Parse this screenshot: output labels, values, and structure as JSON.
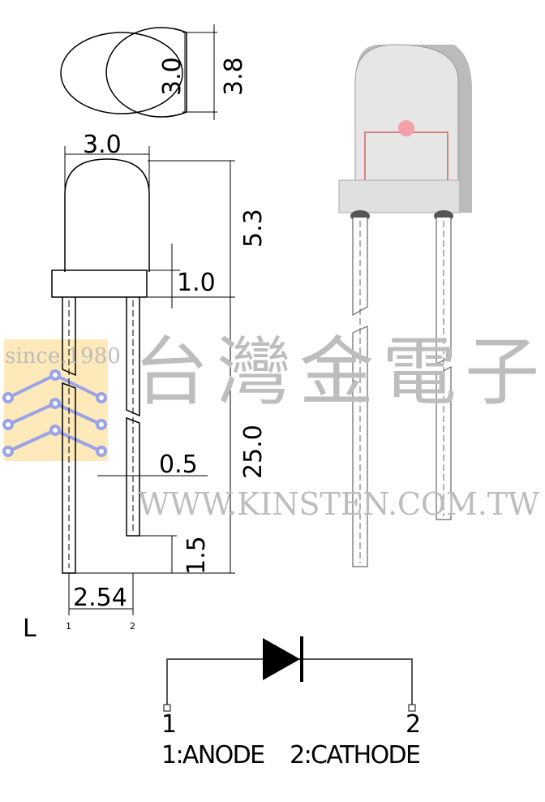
{
  "dimensions": {
    "top_inner_diameter": "3.0",
    "top_outer_diameter": "3.8",
    "body_width": "3.0",
    "body_height": "5.3",
    "flange_height": "1.0",
    "lead_length": "25.0",
    "lead_width": "0.5",
    "lead_offset": "1.5",
    "lead_spacing": "2.54"
  },
  "pins": {
    "pin1": "1",
    "pin2": "2"
  },
  "long_lead_marker": "L",
  "schematic": {
    "pin1": "1",
    "pin2": "2",
    "legend": "1:ANODE    2:CATHODE"
  },
  "watermark": {
    "since": "since.1980",
    "chinese": "台灣金電子",
    "url": "WWW.KINSTEN.COM.TW"
  },
  "colors": {
    "led_body": "#e6e6e6",
    "led_dot": "#f4a0a8",
    "led_wire": "#d06060",
    "logo_bg": "#fde3a7",
    "logo_lines": "#9aa3e8"
  }
}
